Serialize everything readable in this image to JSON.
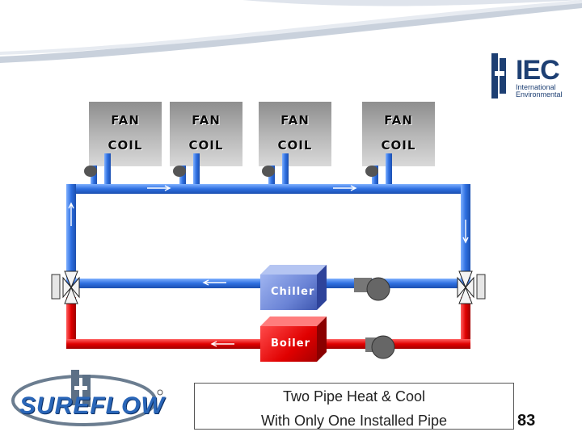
{
  "fan_coils": [
    {
      "fan_label": "FAN",
      "coil_label": "COIL"
    },
    {
      "fan_label": "FAN",
      "coil_label": "COIL"
    },
    {
      "fan_label": "FAN",
      "coil_label": "COIL"
    },
    {
      "fan_label": "FAN",
      "coil_label": "COIL"
    }
  ],
  "equipment": {
    "chiller_label": "Chiller",
    "boiler_label": "Boiler"
  },
  "caption": {
    "line1": "Two Pipe Heat & Cool",
    "line2": "With Only One Installed Pipe"
  },
  "page_number": "83",
  "logos": {
    "iec_text": "IEC",
    "iec_subtitle_line1": "International",
    "iec_subtitle_line2": "Environmental",
    "sureflow_text": "SUREFLOW"
  },
  "colors": {
    "chilled_water_pipe": "#2e6fe0",
    "hot_water_pipe": "#e00000",
    "brand_blue": "#1d3f73"
  },
  "icons": [
    "three-way-valve-icon",
    "pump-icon",
    "flow-arrow-icon"
  ]
}
